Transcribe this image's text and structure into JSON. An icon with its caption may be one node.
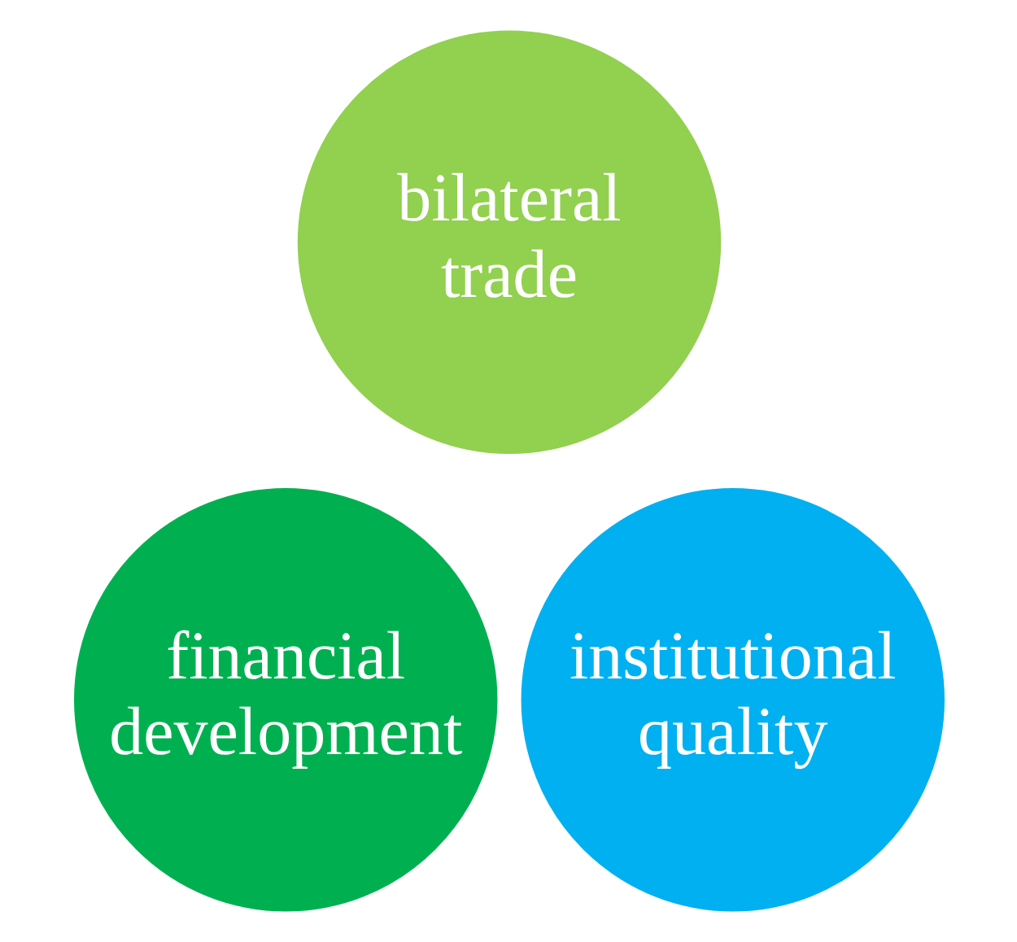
{
  "diagram": {
    "nodes": [
      {
        "text": [
          "bilateral trade"
        ]
      },
      {
        "text": [
          "financial development"
        ]
      },
      {
        "text": [
          "institutional quality"
        ]
      }
    ]
  }
}
